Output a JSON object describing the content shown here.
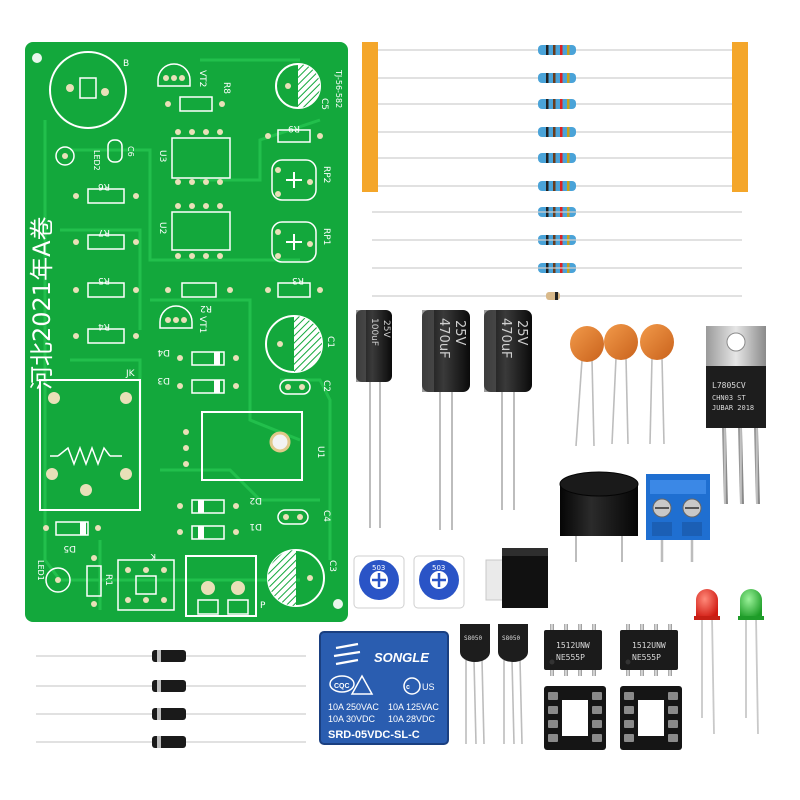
{
  "pcb": {
    "title": "河北2021年A卷",
    "code": "TJ-56-582",
    "labels": {
      "b": "B",
      "vt2": "VT2",
      "r8": "R8",
      "c5": "C5",
      "u3": "U3",
      "r9": "R9",
      "led2": "LED2",
      "c6": "C6",
      "r6": "R6",
      "rp2": "RP2",
      "u2": "U2",
      "r7": "R7",
      "rp1": "RP1",
      "r5": "R5",
      "r3": "R3",
      "r2": "R2",
      "r4": "R4",
      "vt1": "VT1",
      "d4": "D4",
      "c1": "C1",
      "d3": "D3",
      "jk": "JK",
      "c2": "C2",
      "u1": "U1",
      "d2": "D2",
      "c4": "C4",
      "d1": "D1",
      "d5": "D5",
      "led1": "LED1",
      "r1": "R1",
      "k": "K",
      "c3": "C3",
      "p": "P"
    }
  },
  "capacitors": {
    "small": {
      "value": "100uF",
      "voltage": "25V"
    },
    "large_1": {
      "value": "470uF",
      "voltage": "25V"
    },
    "large_2": {
      "value": "470uF",
      "voltage": "25V"
    }
  },
  "regulator": {
    "line1": "L7805CV",
    "line2": "CHN03 ST",
    "line3": "JUBAR 2018"
  },
  "trimpots": {
    "left": "503",
    "right": "503"
  },
  "transistors": {
    "left": "S8050",
    "right": "S8050"
  },
  "chips": {
    "left": {
      "line1": "1512UNW",
      "line2": "NE555P"
    },
    "right": {
      "line1": "1512UNW",
      "line2": "NE555P"
    }
  },
  "relay": {
    "brand": "SONGLE",
    "cert_cqc": "CQC",
    "cert_us": "US",
    "spec_left_1": "10A 250VAC",
    "spec_right_1": "10A 125VAC",
    "spec_left_2": "10A 30VDC",
    "spec_right_2": "10A 28VDC",
    "model": "SRD-05VDC-SL-C"
  },
  "colors": {
    "pcb_green": "#13a83c",
    "trace_green": "#23c04c",
    "relay_blue": "#2a5db0",
    "terminal_blue": "#1f6fd1",
    "resistor_blue": "#4aa3d8",
    "tape_orange": "#f4a62a",
    "ceramic_orange": "#e8822c",
    "led_red": "#e0281e",
    "led_green": "#2fc23a"
  },
  "icons": [
    "sine-wave-icon"
  ]
}
